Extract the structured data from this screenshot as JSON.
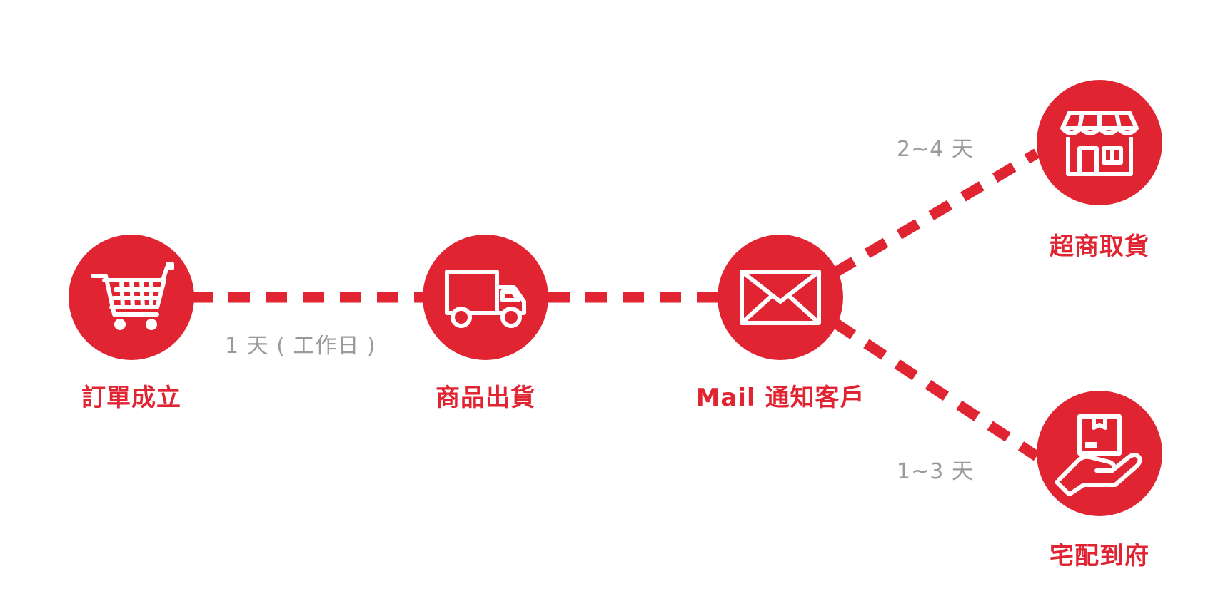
{
  "accent_color": "#e02432",
  "steps": [
    {
      "id": "order",
      "label": "訂單成立",
      "icon": "shopping-cart-icon"
    },
    {
      "id": "ship",
      "label": "商品出貨",
      "icon": "delivery-truck-icon"
    },
    {
      "id": "notify",
      "label": "Mail 通知客戶",
      "icon": "envelope-icon"
    },
    {
      "id": "pickup",
      "label": "超商取貨",
      "icon": "storefront-icon"
    },
    {
      "id": "home",
      "label": "宅配到府",
      "icon": "hand-package-icon"
    }
  ],
  "durations": {
    "order_to_ship": "1 天 ( 工作日 )",
    "to_pickup": "2~4 天",
    "to_home": "1~3 天"
  }
}
